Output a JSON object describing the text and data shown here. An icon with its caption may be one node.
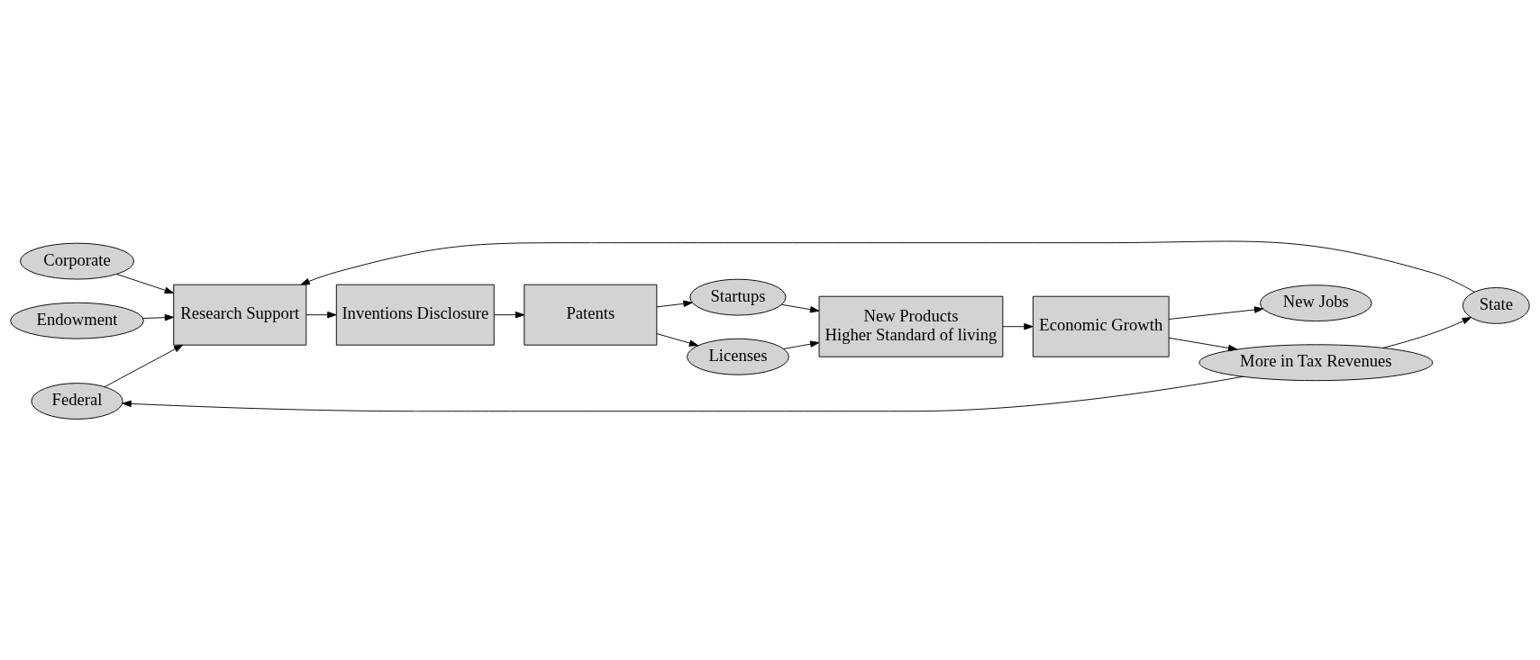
{
  "diagram": {
    "nodes": [
      {
        "text": [
          "Federal"
        ]
      },
      {
        "text": [
          "State"
        ]
      },
      {
        "text": [
          "Startups"
        ]
      },
      {
        "text": [
          "More in Tax Revenues"
        ]
      },
      {
        "text": [
          "Research Support"
        ]
      },
      {
        "text": [
          "Inventions Disclosure"
        ]
      },
      {
        "text": [
          "Patents"
        ]
      },
      {
        "text": [
          "New Products",
          "Higher Standard of living"
        ]
      },
      {
        "text": [
          "Economic Growth"
        ]
      },
      {
        "text": [
          "Corporate"
        ]
      },
      {
        "text": [
          "Endowment"
        ]
      },
      {
        "text": [
          "Licenses"
        ]
      },
      {
        "text": [
          "New Jobs"
        ]
      }
    ],
    "edges": [
      {
        "from": 0,
        "to": 4,
        "arrow": "to"
      },
      {
        "from": 1,
        "to": 4,
        "arrow": "to"
      },
      {
        "from": 9,
        "to": 4,
        "arrow": "to"
      },
      {
        "from": 10,
        "to": 4,
        "arrow": "to"
      },
      {
        "from": 4,
        "to": 5,
        "arrow": "to"
      },
      {
        "from": 5,
        "to": 6,
        "arrow": "to"
      },
      {
        "from": 6,
        "to": 2,
        "arrow": "to"
      },
      {
        "from": 6,
        "to": 11,
        "arrow": "to"
      },
      {
        "from": 2,
        "to": 7,
        "arrow": "to"
      },
      {
        "from": 11,
        "to": 7,
        "arrow": "to"
      },
      {
        "from": 7,
        "to": 8,
        "arrow": "to"
      },
      {
        "from": 8,
        "to": 3,
        "arrow": "to"
      },
      {
        "from": 8,
        "to": 12,
        "arrow": "to"
      },
      {
        "from": 3,
        "to": 0,
        "arrow": "to"
      },
      {
        "from": 3,
        "to": 1,
        "arrow": "to"
      }
    ]
  }
}
